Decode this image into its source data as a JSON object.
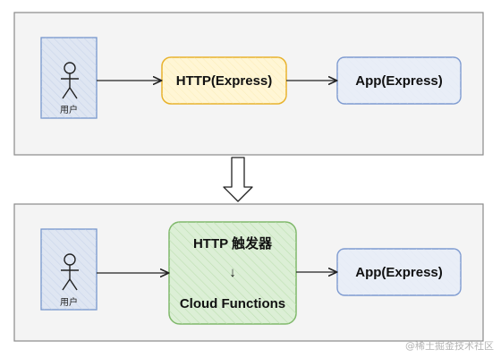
{
  "panel_top": {
    "user_label": "用户",
    "http_label": "HTTP(Express)",
    "app_label": "App(Express)"
  },
  "panel_bottom": {
    "user_label": "用户",
    "trigger_label": "HTTP 触发器",
    "arrow_glyph": "↓",
    "functions_label": "Cloud Functions",
    "app_label": "App(Express)"
  },
  "watermark": "@稀土掘金技术社区",
  "colors": {
    "panel_fill": "#f4f4f4",
    "user_box_fill": "#dfe6f2",
    "user_box_stroke": "#7596cc",
    "http_fill": "#fff6d5",
    "http_stroke": "#e8b22c",
    "app_fill": "#e9eef7",
    "app_stroke": "#7d9ad0",
    "trigger_fill": "#dcefd6",
    "trigger_stroke": "#7fb86a"
  }
}
